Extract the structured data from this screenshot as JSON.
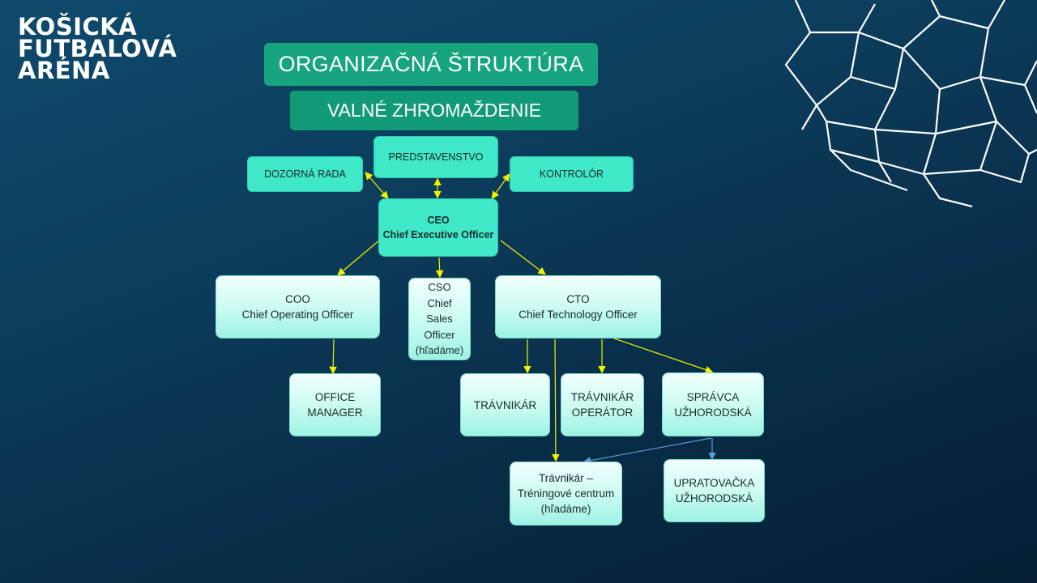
{
  "logo": {
    "line1": "KOŠICKÁ",
    "line2": "FUTBALOVÁ",
    "line3": "ARÉNA"
  },
  "title": "ORGANIZAČNÁ ŠTRUKTÚRA",
  "subtitle": "VALNÉ ZHROMAŽDENIE",
  "nodes": {
    "predstavenstvo": "PREDSTAVENSTVO",
    "dozorna_rada": "DOZORNÁ RADA",
    "kontrolor": "KONTROLÓR",
    "ceo": {
      "title": "CEO",
      "name": "Chief Executive Officer"
    },
    "coo": {
      "title": "COO",
      "name": "Chief Operating Officer"
    },
    "cso": {
      "l1": "CSO",
      "l2": "Chief",
      "l3": "Sales",
      "l4": "Officer",
      "l5": "(hľadáme)"
    },
    "cto": {
      "title": "CTO",
      "name": "Chief Technology Officer"
    },
    "office_manager": {
      "l1": "OFFICE",
      "l2": "MANAGER"
    },
    "travnikar": "TRÁVNIKÁR",
    "travnikar_operator": {
      "l1": "TRÁVNIKÁR",
      "l2": "OPERÁTOR"
    },
    "spravca": {
      "l1": "SPRÁVCA",
      "l2": "UŽHORODSKÁ"
    },
    "travnikar_tc": {
      "l1": "Trávnikár –",
      "l2": "Tréningové centrum",
      "l3": "(hľadáme)"
    },
    "upratovacka": {
      "l1": "UPRATOVAČKA",
      "l2": "UŽHORODSKÁ"
    }
  },
  "colors": {
    "title_bg": "#16a57e",
    "node_turquoise": "#3ee8c8",
    "node_pale": "#c8fbf1",
    "arrow_yellow": "#f2f200",
    "arrow_blue": "#5b9bd5"
  }
}
